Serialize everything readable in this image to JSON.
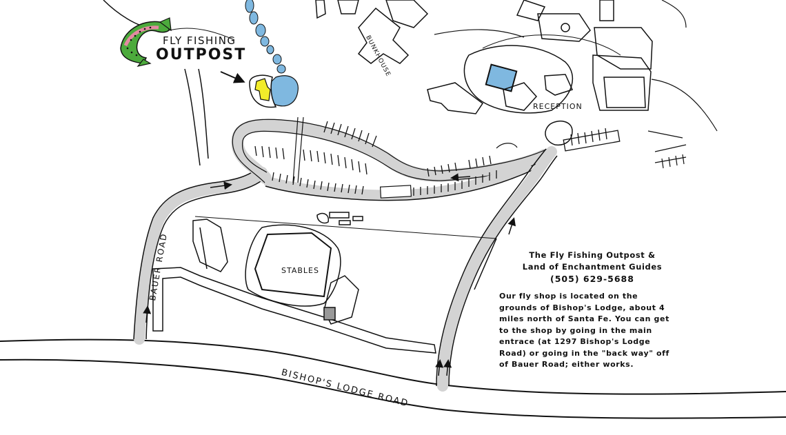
{
  "logo": {
    "line1": "FLY FISHING",
    "line2": "OUTPOST",
    "icon": "trout-fish-icon"
  },
  "labels": {
    "reception": "RECEPTION",
    "stables": "STABLES",
    "bunkhouse": "BUNKHOUSE",
    "bauer_road": "BAUER ROAD",
    "bishops_lodge_road": "BISHOP'S LODGE ROAD"
  },
  "info": {
    "title_line1": "The Fly Fishing Outpost &",
    "title_line2": "Land of Enchantment Guides",
    "phone": "(505) 629-5688",
    "body": "Our fly shop is located on the grounds of Bishop's Lodge, about 4 miles north of Santa Fe. You can get to the shop by going in the main entrace (at 1297 Bishop's Lodge Road) or going in the \"back way\" off of Bauer Road; either works."
  },
  "colors": {
    "water": "#7fb8e0",
    "shop": "#f2ec2a",
    "road": "#d3d3d3",
    "outline": "#111111"
  }
}
